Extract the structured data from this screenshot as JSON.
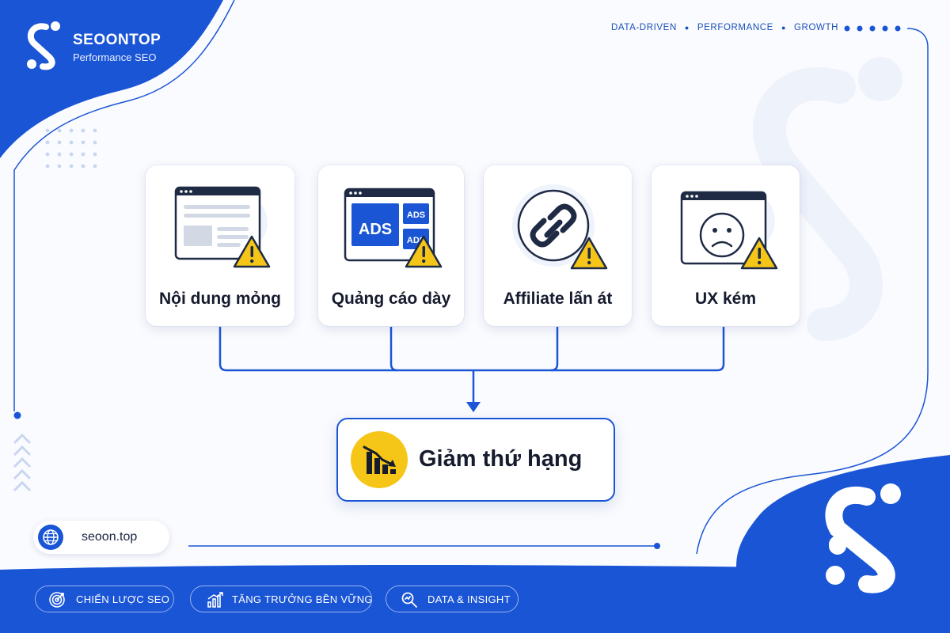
{
  "brand": {
    "name": "SEOONTOP",
    "subtitle": "Performance SEO"
  },
  "tagline": [
    "DATA-DRIVEN",
    "PERFORMANCE",
    "GROWTH"
  ],
  "issues": [
    {
      "label": "Nội dung mỏng",
      "icon": "thin-content-page-icon"
    },
    {
      "label": "Quảng cáo dày",
      "icon": "ads-heavy-page-icon",
      "ads_text": [
        "ADS",
        "ADS",
        "ADS"
      ]
    },
    {
      "label": "Affiliate lấn át",
      "icon": "chain-link-icon"
    },
    {
      "label": "UX kém",
      "icon": "sad-face-window-icon"
    }
  ],
  "result": {
    "label": "Giảm thứ hạng",
    "icon": "ranking-drop-chart-icon"
  },
  "site": {
    "url": "seoon.top",
    "icon": "globe-icon"
  },
  "footer": [
    {
      "label": "CHIẾN LƯỢC SEO",
      "icon": "target-icon"
    },
    {
      "label": "TĂNG TRƯỞNG BỀN VỮNG",
      "icon": "growth-chart-icon"
    },
    {
      "label": "DATA & INSIGHT",
      "icon": "magnifier-icon"
    }
  ],
  "colors": {
    "brand_blue": "#1a55d6",
    "warning_yellow": "#f5c518",
    "dark_navy": "#1f2a44"
  }
}
